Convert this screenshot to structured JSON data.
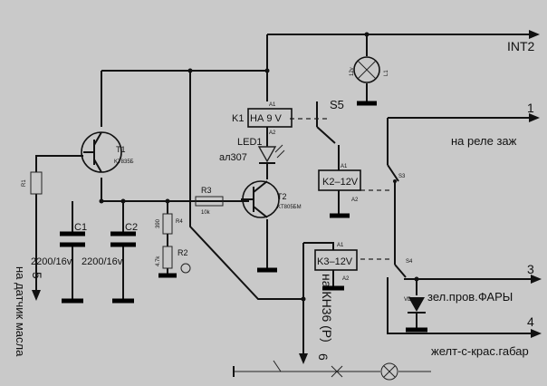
{
  "labels": {
    "int2": "INT2",
    "term1": "1",
    "term3": "3",
    "term4": "4",
    "term5": "5",
    "term6": "6",
    "na_rele_zazh": "на реле заж",
    "zel_prov_fary": "зел.пров.ФАРЫ",
    "zhelt_gabar": "желт-с-крас.габар",
    "na_datchik_masla": "на датчик масла",
    "na_kn36": "на КН36 (Р)",
    "k1_name": "K1",
    "k1_spec": "НА 9 V",
    "k2_spec": "K2–12V",
    "k3_spec": "K3–12V",
    "s5": "S5",
    "s3": "S3",
    "s4": "S4",
    "led1": "LED1",
    "al307": "ал307",
    "c1": "C1",
    "c2": "C2",
    "c1_val": "2200/16v",
    "c2_val": "2200/16v",
    "t1": "T1",
    "t1_type": "KT835Б",
    "t2": "T2",
    "t2_type": "KT805БМ",
    "r3": "R3",
    "r3_val": "10k",
    "r4": "R4",
    "r4_val": "390",
    "r2": "R2",
    "r2_val": "4.7k",
    "r1": "R1",
    "a1": "A1",
    "a2": "A2",
    "l1": "L1",
    "l1_val": "12v",
    "vd": "VD"
  },
  "colors": {
    "paper": "#c9c9c9",
    "ink": "#111111"
  }
}
